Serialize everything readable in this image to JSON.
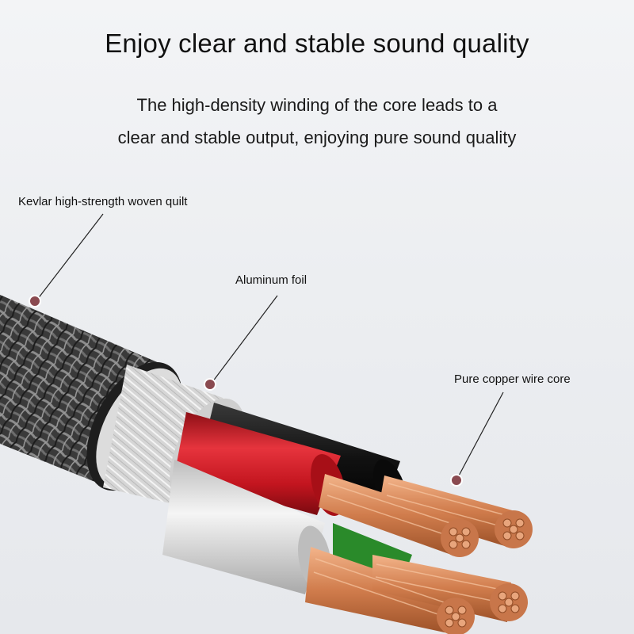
{
  "headline": "Enjoy clear and stable sound quality",
  "subtitle": {
    "line1": "The high-density winding of the core leads to a",
    "line2": "clear and stable output, enjoying pure sound quality"
  },
  "callouts": {
    "kevlar": "Kevlar high-strength woven quilt",
    "foil": "Aluminum foil",
    "copper": "Pure copper wire core"
  },
  "colors": {
    "background": "#eceef1",
    "braid": "#2b2b2b",
    "foil": "#d8d8d8",
    "red_insulation": "#d21a24",
    "white_insulation": "#e9e9e9",
    "black_insulation": "#151515",
    "green_insulation": "#2a8a2a",
    "copper": "#d9895a",
    "pointer_dot": "#8a4a50"
  }
}
